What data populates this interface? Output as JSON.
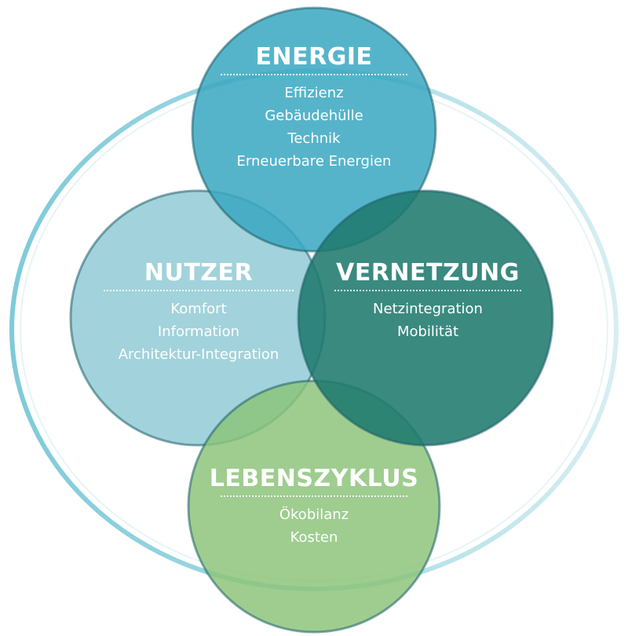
{
  "circles": [
    {
      "id": "energie",
      "title": "ENERGIE",
      "items": [
        "Effizienz",
        "Gebäudehülle",
        "Technik",
        "Erneuerbare Energien"
      ],
      "color": "#3aa8c1"
    },
    {
      "id": "nutzer",
      "title": "NUTZER",
      "items": [
        "Komfort",
        "Information",
        "Architektur-Integration"
      ],
      "color": "#8ec8d3"
    },
    {
      "id": "vernetzung",
      "title": "VERNETZUNG",
      "items": [
        "Netzintegration",
        "Mobilität"
      ],
      "color": "#1f7a6e"
    },
    {
      "id": "lebenszyklus",
      "title": "LEBENSZYKLUS",
      "items": [
        "Ökobilanz",
        "Kosten"
      ],
      "color": "#8cc47a"
    }
  ],
  "colors": {
    "outer_ring": "#a9dde6",
    "circle_stroke": "#1e5f6a"
  }
}
